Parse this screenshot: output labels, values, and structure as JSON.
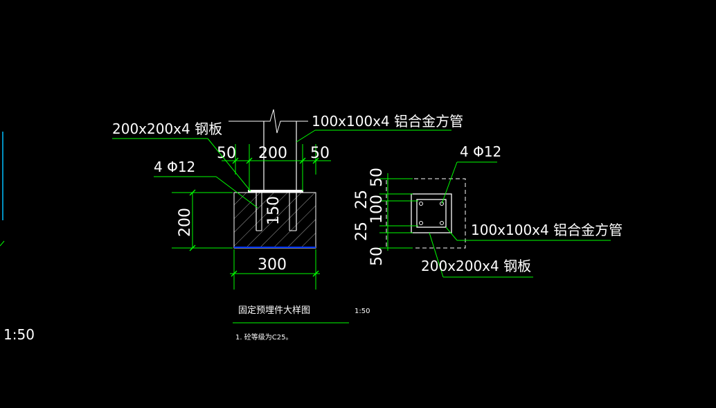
{
  "colors": {
    "background": "#000000",
    "text": "#ffffff",
    "dimension_line": "#00ff00",
    "leader_line": "#00ff00",
    "object_line": "#ffffff",
    "hatch": "#ffffff",
    "concrete_bottom": "#0033ff",
    "left_edge": "#00bfff"
  },
  "left_edge": {
    "scale_label": "1:50"
  },
  "section_view": {
    "label_steel_plate": "200x200x4  钢板",
    "label_aluminum_tube": "100x100x4  铝合金方管",
    "label_rebar": "4 Φ12",
    "dim_top_left": "50",
    "dim_top_mid": "200",
    "dim_top_right": "50",
    "dim_embed": "150",
    "dim_height": "200",
    "dim_width": "300"
  },
  "plan_view": {
    "label_rebar": "4 Φ12",
    "label_aluminum_tube": "100x100x4  铝合金方管",
    "label_steel_plate": "200x200x4  钢板",
    "dims_vertical": [
      "50",
      "25",
      "100",
      "25",
      "50"
    ]
  },
  "caption": {
    "title": "固定预埋件大样图",
    "scale": "1:50",
    "note": "1. 砼等级为C25。"
  }
}
